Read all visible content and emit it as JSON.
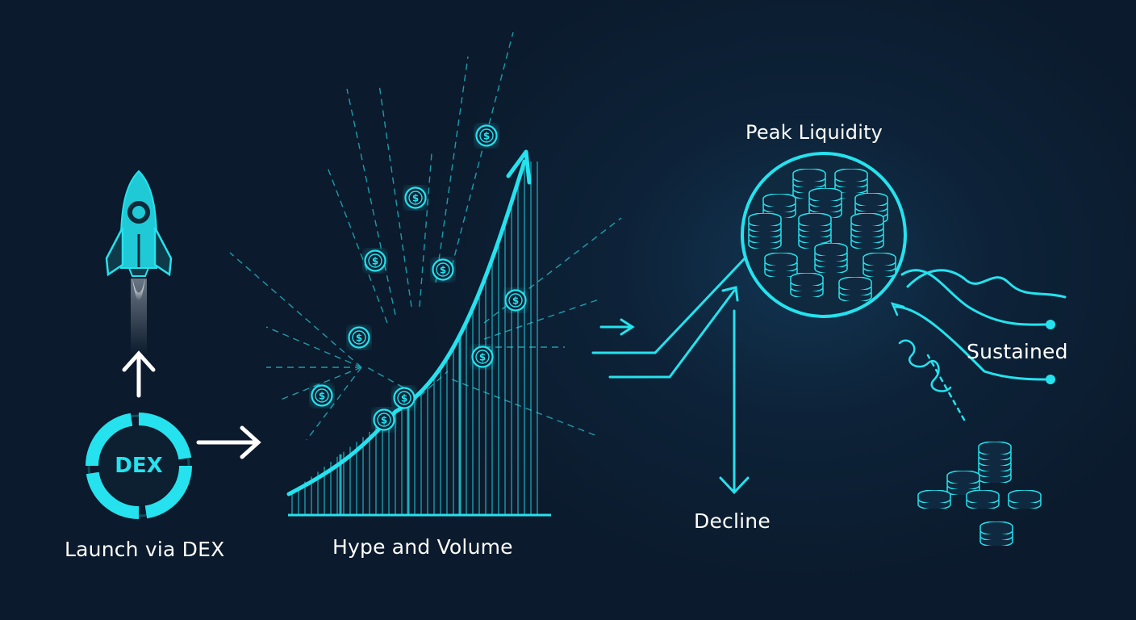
{
  "steps": {
    "launch": "Launch via DEX",
    "dex_badge": "DEX",
    "hype": "Hype and Volume",
    "peak": "Peak Liquidity",
    "decline": "Decline",
    "sustained": "Sustained"
  },
  "icons": {
    "rocket": "rocket-icon",
    "dex": "dex-ring-icon",
    "coin": "dollar-coin-icon",
    "coin_stack": "coin-stack-icon"
  },
  "colors": {
    "background": "#0b1a2c",
    "accent": "#25e2ee",
    "text": "#ffffff"
  }
}
